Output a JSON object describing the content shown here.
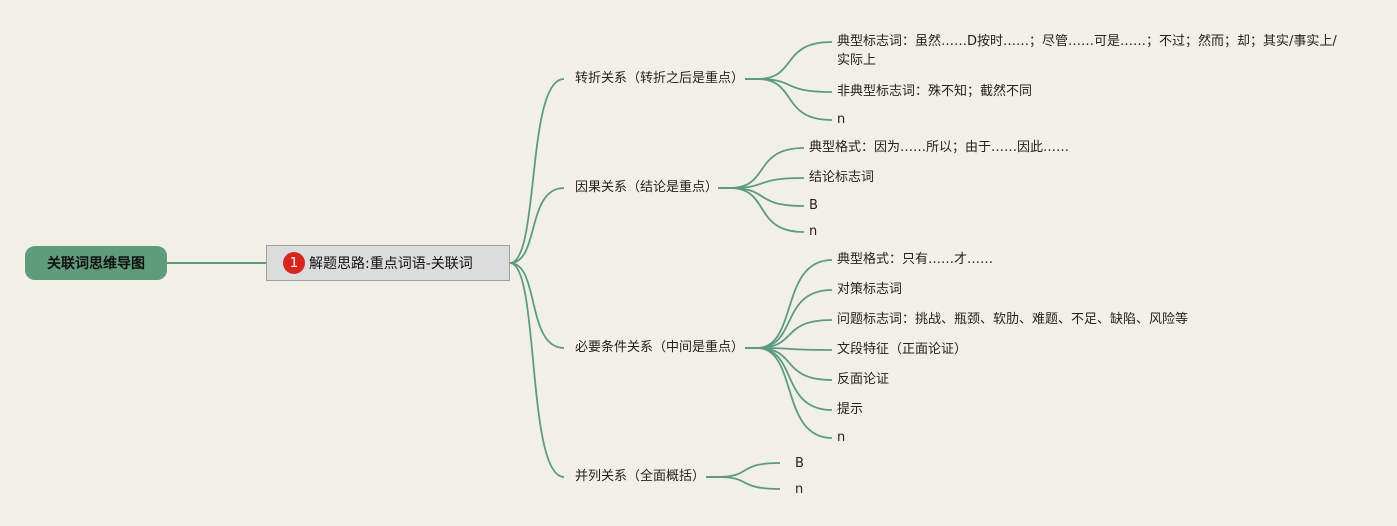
{
  "root": {
    "label": "关联词思维导图"
  },
  "main_topic": {
    "badge": "1",
    "label": "解题思路:重点词语-关联词"
  },
  "branches": [
    {
      "label": "转折关系（转折之后是重点）",
      "children": [
        "典型标志词：虽然……D按时……；尽管……可是……；不过；然而；却；其实/事实上/实际上",
        "非典型标志词：殊不知；截然不同",
        "n"
      ]
    },
    {
      "label": "因果关系（结论是重点）",
      "children": [
        "典型格式：因为……所以；由于……因此……",
        "结论标志词",
        "B",
        "n"
      ]
    },
    {
      "label": "必要条件关系（中间是重点）",
      "children": [
        "典型格式：只有……才……",
        "对策标志词",
        "问题标志词：挑战、瓶颈、软肋、难题、不足、缺陷、风险等",
        "文段特征（正面论证）",
        "反面论证",
        "提示",
        "n"
      ]
    },
    {
      "label": "并列关系（全面概括）",
      "children": [
        "B",
        "n"
      ]
    }
  ],
  "colors": {
    "connector": "#5d9a84",
    "root_fill": "#5e9c7c",
    "badge": "#d7261e",
    "background": "#f2f0e6"
  }
}
